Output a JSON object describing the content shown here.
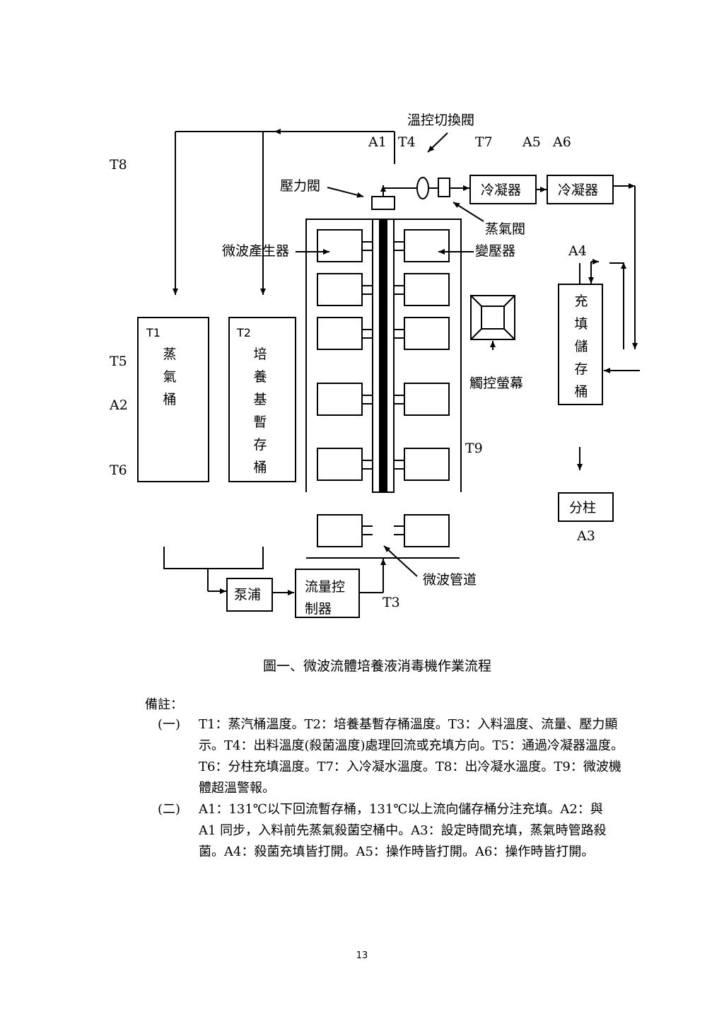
{
  "labels": {
    "temp_switch_valve": "溫控切換閥",
    "pressure_valve": "壓力閥",
    "steam_valve": "蒸氣閥",
    "condenser_1": "冷凝器",
    "condenser_2": "冷凝器",
    "microwave_generator": "微波產生器",
    "transformer": "變壓器",
    "touch_screen": "觸控螢幕",
    "microwave_pipe": "微波管道",
    "pump": "泵浦",
    "flow_controller": "流量控\n制器",
    "column": "分柱",
    "steam_tank": "蒸\n氣\n桶",
    "medium_tank": "培\n養\n基\n暫\n存\n桶",
    "fill_tank": "充\n填\n儲\n存\n桶"
  },
  "markers": {
    "A1": "A1",
    "T4": "T4",
    "T7": "T7",
    "A5": "A5",
    "A6": "A6",
    "T8": "T8",
    "A4": "A4",
    "T1": "T1",
    "T2": "T2",
    "T5": "T5",
    "A2": "A2",
    "T6": "T6",
    "T9": "T9",
    "A3": "A3",
    "T3": "T3"
  },
  "caption": "圖一、微波流體培養液消毒機作業流程",
  "notes": {
    "title": "備註：",
    "items": [
      {
        "index": "(一)",
        "text": "T1：蒸汽桶溫度。T2：培養基暫存桶溫度。T3：入料溫度、流量、壓力顯示。T4：出料溫度(殺菌溫度)處理回流或充填方向。T5：通過冷凝器溫度。T6：分柱充填溫度。T7：入冷凝水溫度。T8：出冷凝水溫度。T9：微波機體超溫警報。"
      },
      {
        "index": "(二)",
        "text": "A1：131℃以下回流暫存桶，131℃以上流向儲存桶分注充填。A2：與 A1 同步，入料前先蒸氣殺菌空桶中。A3：設定時間充填，蒸氣時管路殺菌。A4：殺菌充填皆打開。A5：操作時皆打開。A6：操作時皆打開。"
      }
    ]
  },
  "page_number": "13"
}
